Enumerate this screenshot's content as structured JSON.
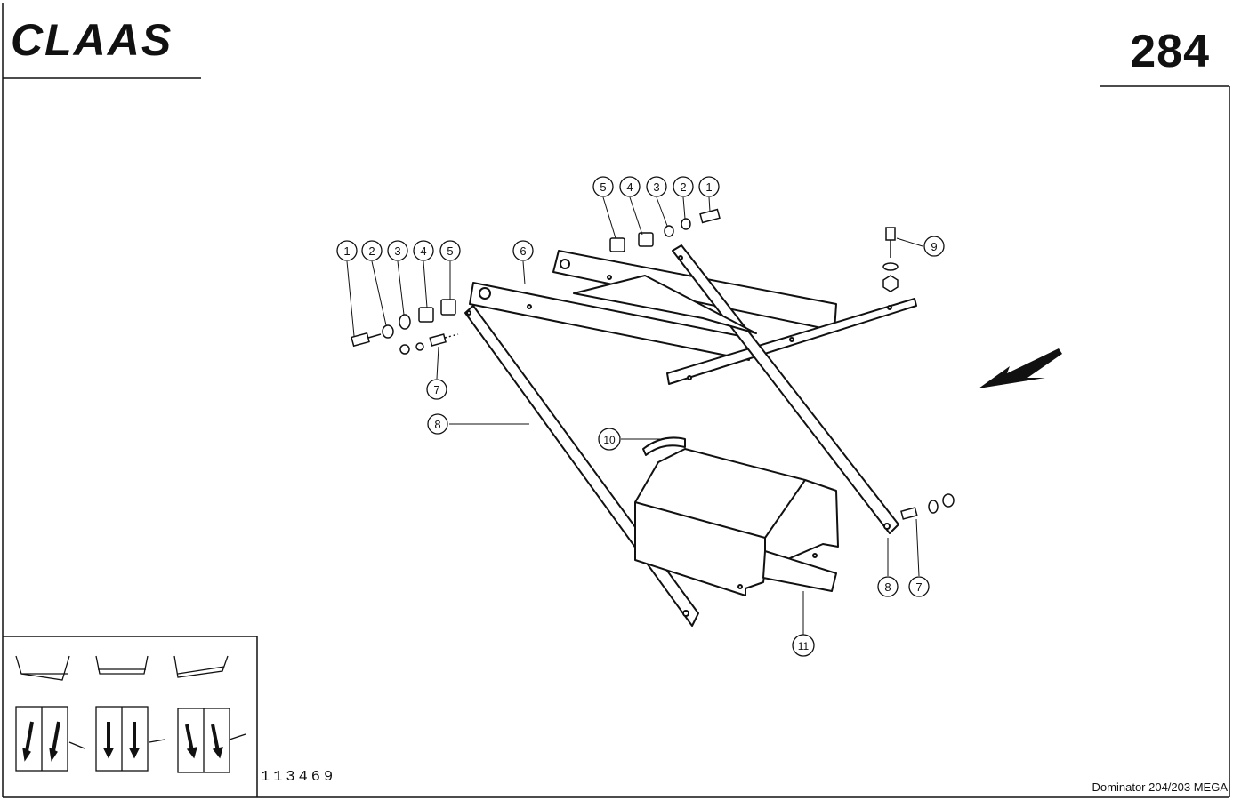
{
  "header": {
    "brand": "CLAAS",
    "page_number": "284"
  },
  "footer": {
    "reference_number": "113469",
    "model": "Dominator 204/203 MEGA"
  },
  "callouts": [
    "1",
    "2",
    "3",
    "4",
    "5",
    "6",
    "7",
    "8",
    "9",
    "10",
    "11"
  ],
  "icons": {
    "logo": "claas-logo",
    "direction": "travel-direction-arrow"
  }
}
